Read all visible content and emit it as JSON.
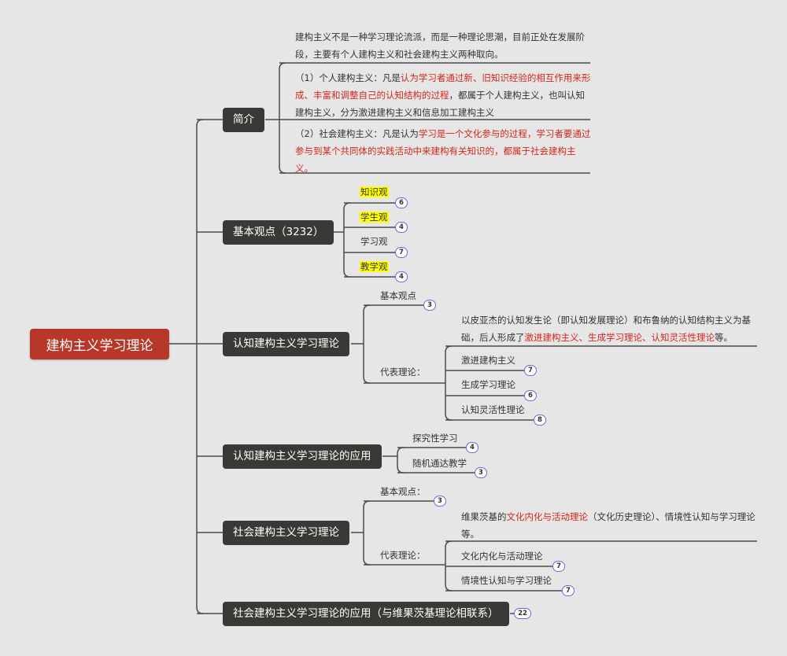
{
  "root": {
    "label": "建构主义学习理论"
  },
  "intro": {
    "label": "简介",
    "summary": "建构主义不是一种学习理论流派，而是一种理论思潮，目前正处在发展阶段，主要有个人建构主义和社会建构主义两种取向。",
    "individual": {
      "prefix": "（1）个人建构主义：凡是",
      "red": "认为学习者通过新、旧知识经验的相互作用来形成、丰富和调整自己的认知结构的过程",
      "suffix": "，都属于个人建构主义，也叫认知建构主义，分为激进建构主义和信息加工建构主义"
    },
    "social": {
      "prefix": "（2）社会建构主义：凡是认为",
      "red": "学习是一个文化参与的过程，学习者要通过参与到某个共同体的实践活动中来建构有关知识的，都属于社会建构主义。",
      "suffix": ""
    }
  },
  "basic_views": {
    "label": "基本观点（3232）",
    "items": [
      {
        "label": "知识观",
        "count": "6"
      },
      {
        "label": "学生观",
        "count": "4"
      },
      {
        "label": "学习观",
        "count": "7"
      },
      {
        "label": "教学观",
        "count": "4"
      }
    ]
  },
  "cognitive": {
    "label": "认知建构主义学习理论",
    "basic": {
      "label": "基本观点",
      "count": "3"
    },
    "rep_label": "代表理论：",
    "rep_text_prefix": "以皮亚杰的认知发生论（即认知发展理论）和布鲁纳的认知结构主义为基础，后人形成了",
    "rep_text_red": "激进建构主义、生成学习理论、认知灵活性理论",
    "rep_text_suffix": "等。",
    "items": [
      {
        "label": "激进建构主义",
        "count": "7"
      },
      {
        "label": "生成学习理论",
        "count": "6"
      },
      {
        "label": "认知灵活性理论",
        "count": "8"
      }
    ]
  },
  "cognitive_app": {
    "label": "认知建构主义学习理论的应用",
    "items": [
      {
        "label": "探究性学习",
        "count": "4"
      },
      {
        "label": "随机通达教学",
        "count": "3"
      }
    ]
  },
  "social": {
    "label": "社会建构主义学习理论",
    "basic": {
      "label": "基本观点：",
      "count": "3"
    },
    "rep_label": "代表理论：",
    "rep_text_prefix": "维果茨基的",
    "rep_text_red": "文化内化与活动理论",
    "rep_text_suffix": "（文化历史理论）、情境性认知与学习理论等。",
    "items": [
      {
        "label": "文化内化与活动理论",
        "count": "7"
      },
      {
        "label": "情境性认知与学习理论",
        "count": "7"
      }
    ]
  },
  "social_app": {
    "label": "社会建构主义学习理论的应用（与维果茨基理论相联系）",
    "count": "22"
  },
  "colors": {
    "root": "#b7372a",
    "node": "#3a3936",
    "line": "#4a4a4a",
    "badge": "#6b6bd6",
    "highlight": "#ffff00",
    "red": "#d2261c",
    "background": "#e6e6e6"
  }
}
